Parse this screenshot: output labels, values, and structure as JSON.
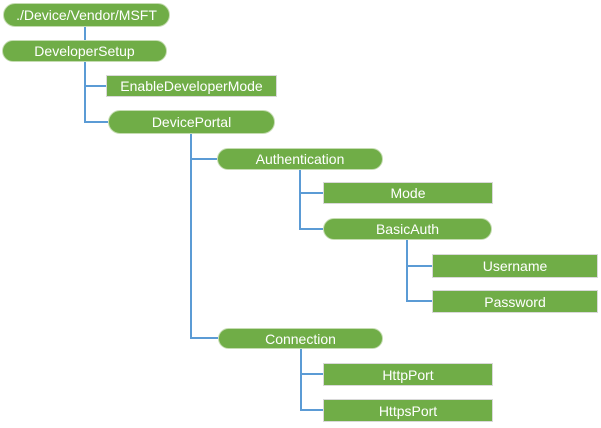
{
  "diagram": {
    "type": "tree",
    "root_label": "./Device/Vendor/MSFT"
  },
  "colors": {
    "background": "#ffffff",
    "node_fill": "#70AD47",
    "node_text": "#ffffff",
    "connector": "#5B9BD5",
    "rect_border": "#d9d9d9",
    "pill_border": "#c5dcb2"
  },
  "nodes": [
    {
      "id": "root",
      "label": "./Device/Vendor/MSFT",
      "shape": "pill",
      "parent": null
    },
    {
      "id": "developer-setup",
      "label": "DeveloperSetup",
      "shape": "pill",
      "parent": "root"
    },
    {
      "id": "enable-dev-mode",
      "label": "EnableDeveloperMode",
      "shape": "rect",
      "parent": "developer-setup"
    },
    {
      "id": "device-portal",
      "label": "DevicePortal",
      "shape": "pill",
      "parent": "developer-setup"
    },
    {
      "id": "authentication",
      "label": "Authentication",
      "shape": "pill",
      "parent": "device-portal"
    },
    {
      "id": "mode",
      "label": "Mode",
      "shape": "rect",
      "parent": "authentication"
    },
    {
      "id": "basic-auth",
      "label": "BasicAuth",
      "shape": "pill",
      "parent": "authentication"
    },
    {
      "id": "username",
      "label": "Username",
      "shape": "rect",
      "parent": "basic-auth"
    },
    {
      "id": "password",
      "label": "Password",
      "shape": "rect",
      "parent": "basic-auth"
    },
    {
      "id": "connection",
      "label": "Connection",
      "shape": "pill",
      "parent": "device-portal"
    },
    {
      "id": "http-port",
      "label": "HttpPort",
      "shape": "rect",
      "parent": "connection"
    },
    {
      "id": "https-port",
      "label": "HttpsPort",
      "shape": "rect",
      "parent": "connection"
    }
  ]
}
